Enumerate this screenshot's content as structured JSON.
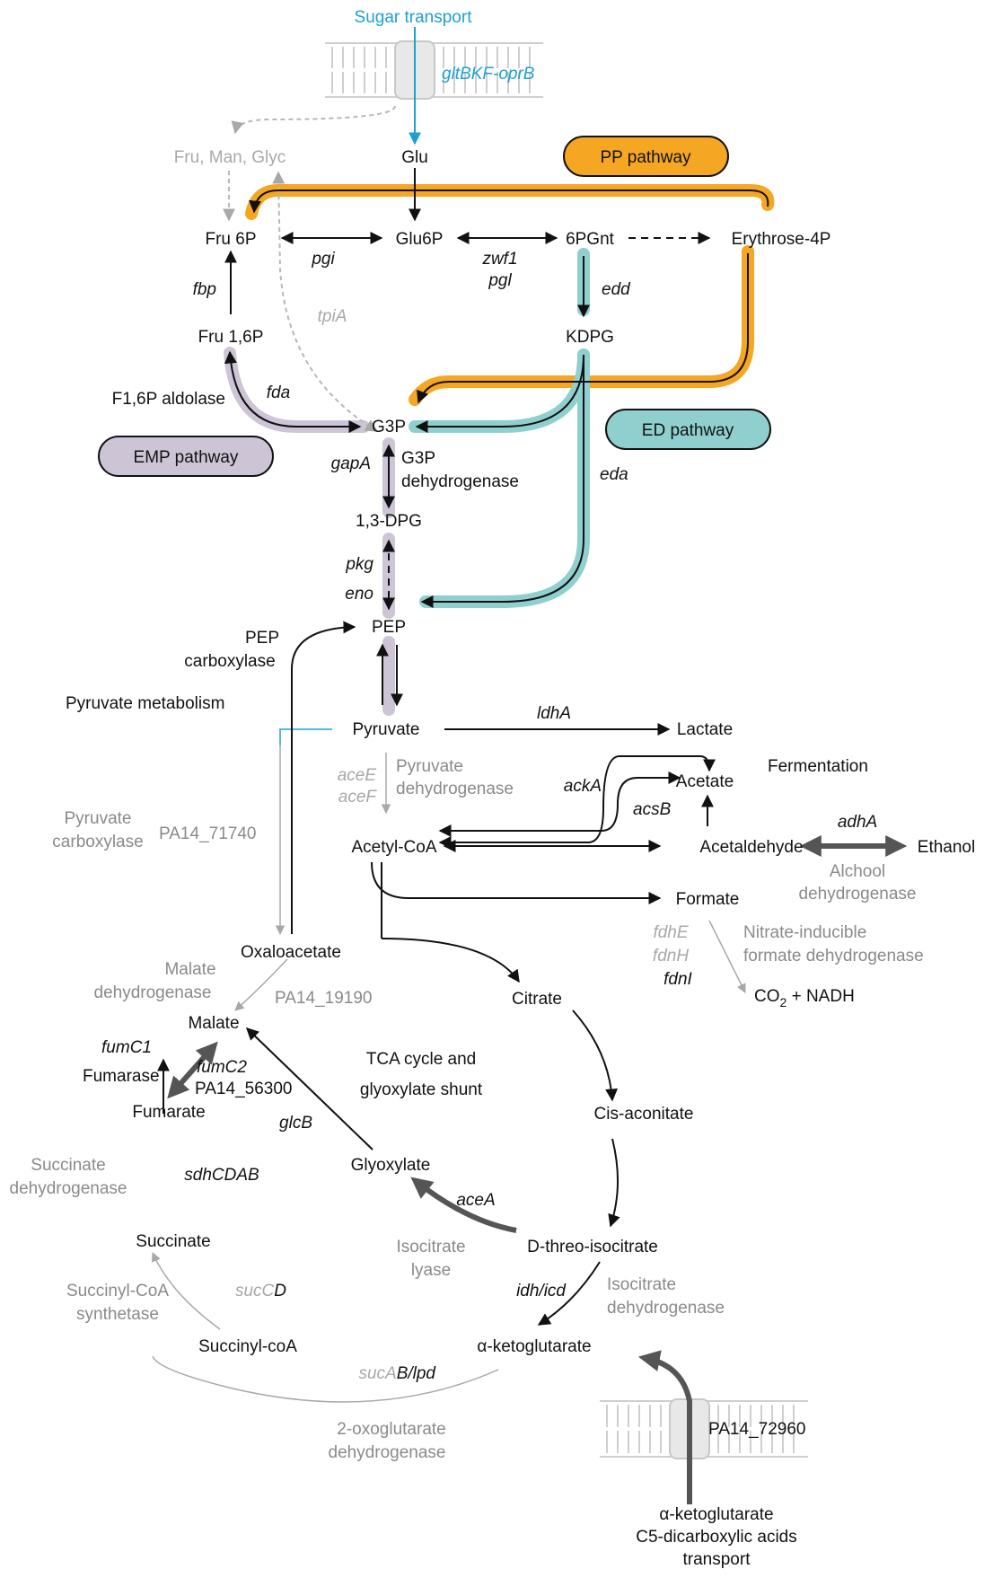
{
  "transport": {
    "sugar": "Sugar transport",
    "sugar_genes": "gltBKF-oprB",
    "akg_gene": "PA14_72960",
    "akg_line1": "α-ketoglutarate",
    "akg_line2": "C5-dicarboxylic acids",
    "akg_line3": "transport"
  },
  "pathways": {
    "pp": "PP pathway",
    "ed": "ED pathway",
    "emp": "EMP pathway"
  },
  "metabolites": {
    "fru_man_glyc": "Fru, Man, Glyc",
    "glu": "Glu",
    "fru6p": "Fru 6P",
    "glu6p": "Glu6P",
    "pgnt": "6PGnt",
    "erythrose": "Erythrose-4P",
    "fru16p": "Fru 1,6P",
    "kdpg": "KDPG",
    "g3p": "G3P",
    "dpg": "1,3-DPG",
    "pep": "PEP",
    "pyruvate": "Pyruvate",
    "lactate": "Lactate",
    "acetate": "Acetate",
    "acetylcoa": "Acetyl-CoA",
    "acetaldehyde": "Acetaldehyde",
    "ethanol": "Ethanol",
    "formate": "Formate",
    "co2": "CO",
    "co2_sub": "2",
    "co2_rest": " + NADH",
    "oxaloacetate": "Oxaloacetate",
    "citrate": "Citrate",
    "malate": "Malate",
    "fumarate": "Fumarate",
    "cisaconitate": "Cis-aconitate",
    "glyoxylate": "Glyoxylate",
    "isocitrate": "D-threo-isocitrate",
    "succinate": "Succinate",
    "succinylcoa": "Succinyl-coA",
    "akg": "α-ketoglutarate"
  },
  "genes": {
    "pgi": "pgi",
    "zwf1": "zwf1",
    "pgl": "pgl",
    "fbp": "fbp",
    "edd": "edd",
    "tpiA": "tpiA",
    "fda": "fda",
    "gapA": "gapA",
    "eda": "eda",
    "pkg": "pkg",
    "eno": "eno",
    "ldhA": "ldhA",
    "aceE": "aceE",
    "aceF": "aceF",
    "ackA": "ackA",
    "acsB": "acsB",
    "adhA": "adhA",
    "fdhE": "fdhE",
    "fdnH": "fdnH",
    "fdnI": "fdnI",
    "pa14_71740": "PA14_71740",
    "pa14_19190": "PA14_19190",
    "fumC1": "fumC1",
    "fumC2": "fumC2",
    "pa14_56300": "PA14_56300",
    "glcB": "glcB",
    "sdhCDAB": "sdhCDAB",
    "aceA": "aceA",
    "idh_icd": "idh/icd",
    "sucC": "sucC",
    "sucD": "D",
    "sucA": "sucA",
    "sucB": "B/lpd"
  },
  "enzymes": {
    "f16p_aldolase": "F1,6P aldolase",
    "g3p_dh_1": "G3P",
    "g3p_dh_2": "dehydrogenase",
    "pep_carb_1": "PEP",
    "pep_carb_2": "carboxylase",
    "pyr_metab": "Pyruvate metabolism",
    "pdh_1": "Pyruvate",
    "pdh_2": "dehydrogenase",
    "fermentation": "Fermentation",
    "pyr_carb_1": "Pyruvate",
    "pyr_carb_2": "carboxylase",
    "adh_1": "Alchool",
    "adh_2": "dehydrogenase",
    "fdh_1": "Nitrate-inducible",
    "fdh_2": "formate dehydrogenase",
    "mdh_1": "Malate",
    "mdh_2": "dehydrogenase",
    "fumarase": "Fumarase",
    "tca_1": "TCA cycle and",
    "tca_2": "glyoxylate shunt",
    "sdh_1": "Succinate",
    "sdh_2": "dehydrogenase",
    "icl_1": "Isocitrate",
    "icl_2": "lyase",
    "icdh_1": "Isocitrate",
    "icdh_2": "dehydrogenase",
    "scs_1": "Succinyl-CoA",
    "scs_2": "synthetase",
    "ogdh_1": "2-oxoglutarate",
    "ogdh_2": "dehydrogenase"
  },
  "colors": {
    "pp": "#f5a623",
    "ed": "#8fd0cf",
    "emp": "#cdc5d6",
    "transport": "#1ea0d0",
    "inactive": "#a8a8a8"
  }
}
